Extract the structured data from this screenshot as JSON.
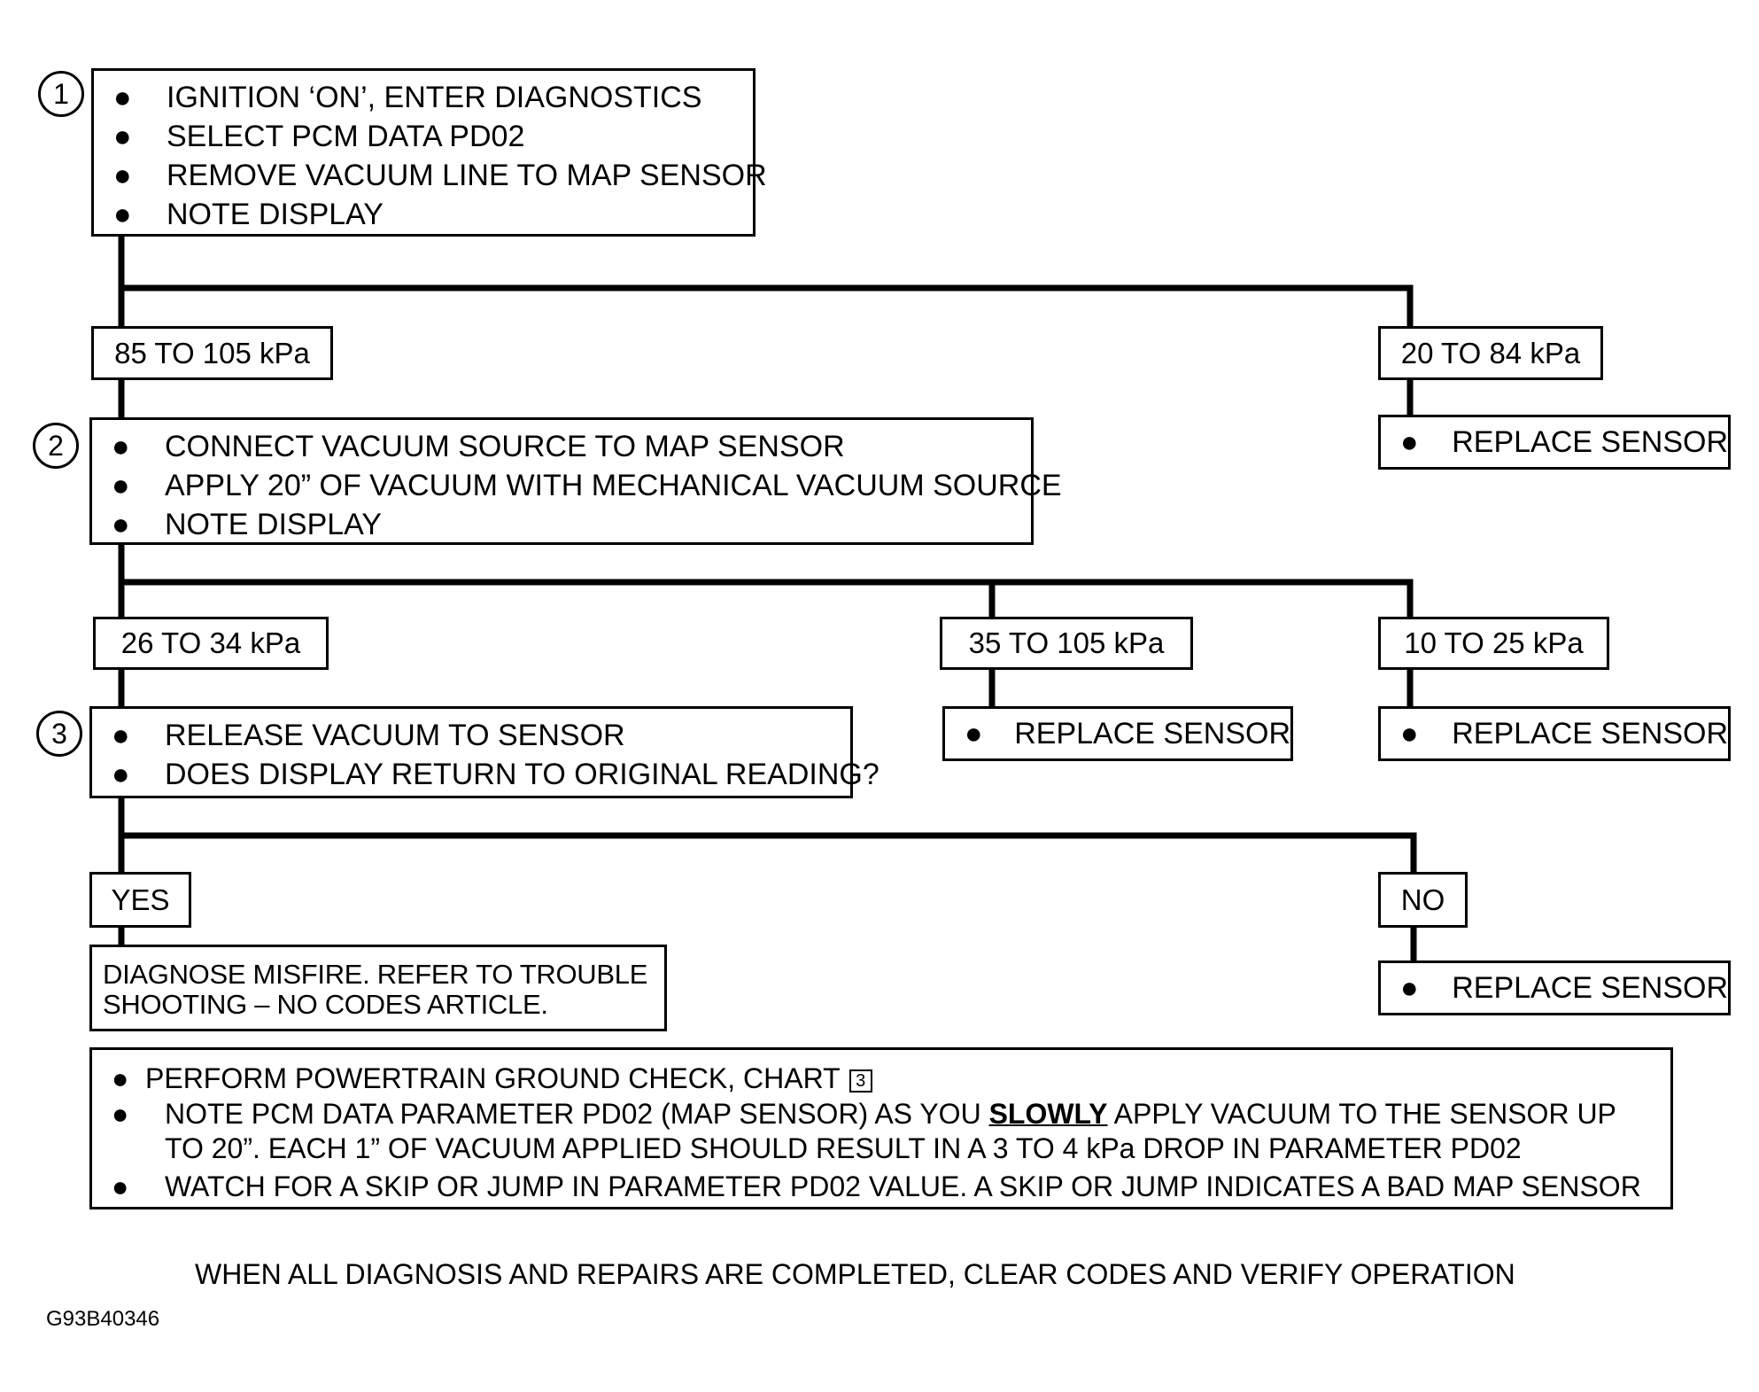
{
  "step1": {
    "number": "1",
    "items": [
      "IGNITION ‘ON’, ENTER DIAGNOSTICS",
      "SELECT PCM DATA PD02",
      "REMOVE VACUUM LINE TO MAP SENSOR",
      "NOTE DISPLAY"
    ]
  },
  "branch1": {
    "left_label": "85 TO 105 kPa",
    "right_label": "20 TO 84 kPa",
    "right_action": "REPLACE SENSOR"
  },
  "step2": {
    "number": "2",
    "items": [
      "CONNECT VACUUM SOURCE TO MAP SENSOR",
      "APPLY 20” OF VACUUM WITH MECHANICAL VACUUM SOURCE",
      "NOTE DISPLAY"
    ]
  },
  "branch2": {
    "left_label": "26 TO 34 kPa",
    "middle_label": "35 TO 105 kPa",
    "middle_action": "REPLACE SENSOR",
    "right_label": "10 TO 25 kPa",
    "right_action": "REPLACE SENSOR"
  },
  "step3": {
    "number": "3",
    "items": [
      "RELEASE VACUUM TO SENSOR",
      "DOES DISPLAY RETURN TO ORIGINAL READING?"
    ]
  },
  "branch3": {
    "yes_label": "YES",
    "yes_line1": "DIAGNOSE MISFIRE. REFER TO TROUBLE",
    "yes_line2": "SHOOTING  –  NO CODES ARTICLE.",
    "no_label": "NO",
    "no_action": "REPLACE SENSOR"
  },
  "final": {
    "item1": "PERFORM POWERTRAIN GROUND CHECK, CHART",
    "item1_chart": "3",
    "item2_pre": "NOTE PCM DATA PARAMETER PD02 (MAP SENSOR) AS YOU ",
    "item2_emph": "SLOWLY",
    "item2_post": " APPLY VACUUM TO THE SENSOR UP",
    "item2_cont": "TO 20”.  EACH 1” OF VACUUM APPLIED SHOULD RESULT IN A 3 TO 4 kPa DROP IN PARAMETER PD02",
    "item3": "WATCH FOR A SKIP OR JUMP IN PARAMETER PD02 VALUE. A SKIP OR JUMP INDICATES A BAD MAP SENSOR"
  },
  "footer": "WHEN ALL DIAGNOSIS AND REPAIRS ARE COMPLETED, CLEAR CODES AND VERIFY OPERATION",
  "figure_id": "G93B40346"
}
